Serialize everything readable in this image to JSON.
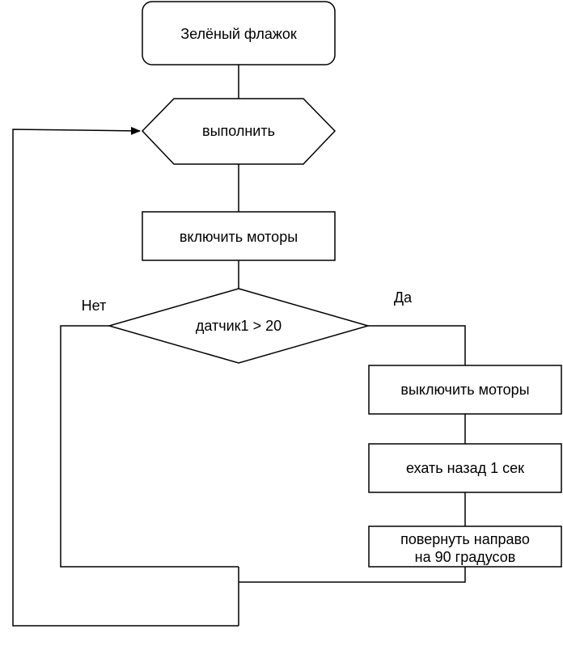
{
  "nodes": {
    "start": {
      "label": "Зелёный флажок"
    },
    "loop": {
      "label": "выполнить"
    },
    "motors_on": {
      "label": "включить моторы"
    },
    "condition": {
      "label": "датчик1 > 20"
    },
    "motors_off": {
      "label": "выключить моторы"
    },
    "back": {
      "label": "ехать назад 1 сек"
    },
    "turn": {
      "line1": "повернуть направо",
      "line2": "на 90 градусов"
    }
  },
  "branches": {
    "no": "Нет",
    "yes": "Да"
  }
}
